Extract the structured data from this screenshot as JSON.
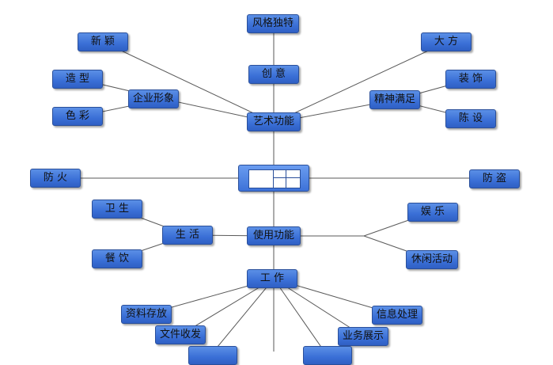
{
  "nodes": {
    "center": "",
    "art": "艺术功能",
    "use": "使用功能",
    "style_unique": "风格独特",
    "creative": "创 意",
    "novel": "新 颖",
    "corp_image": "企业形象",
    "shape": "造 型",
    "color": "色 彩",
    "spirit": "精神满足",
    "generous": "大 方",
    "decor": "装 饰",
    "furnish": "陈 设",
    "fireproof": "防 火",
    "antitheft": "防 盗",
    "life": "生 活",
    "hygiene": "卫 生",
    "dining": "餐 饮",
    "entertain": "娱 乐",
    "leisure": "休闲活动",
    "work": "工 作",
    "data_storage": "资料存放",
    "doc_send": "文件收发",
    "info_process": "信息处理",
    "biz_show": "业务展示"
  }
}
